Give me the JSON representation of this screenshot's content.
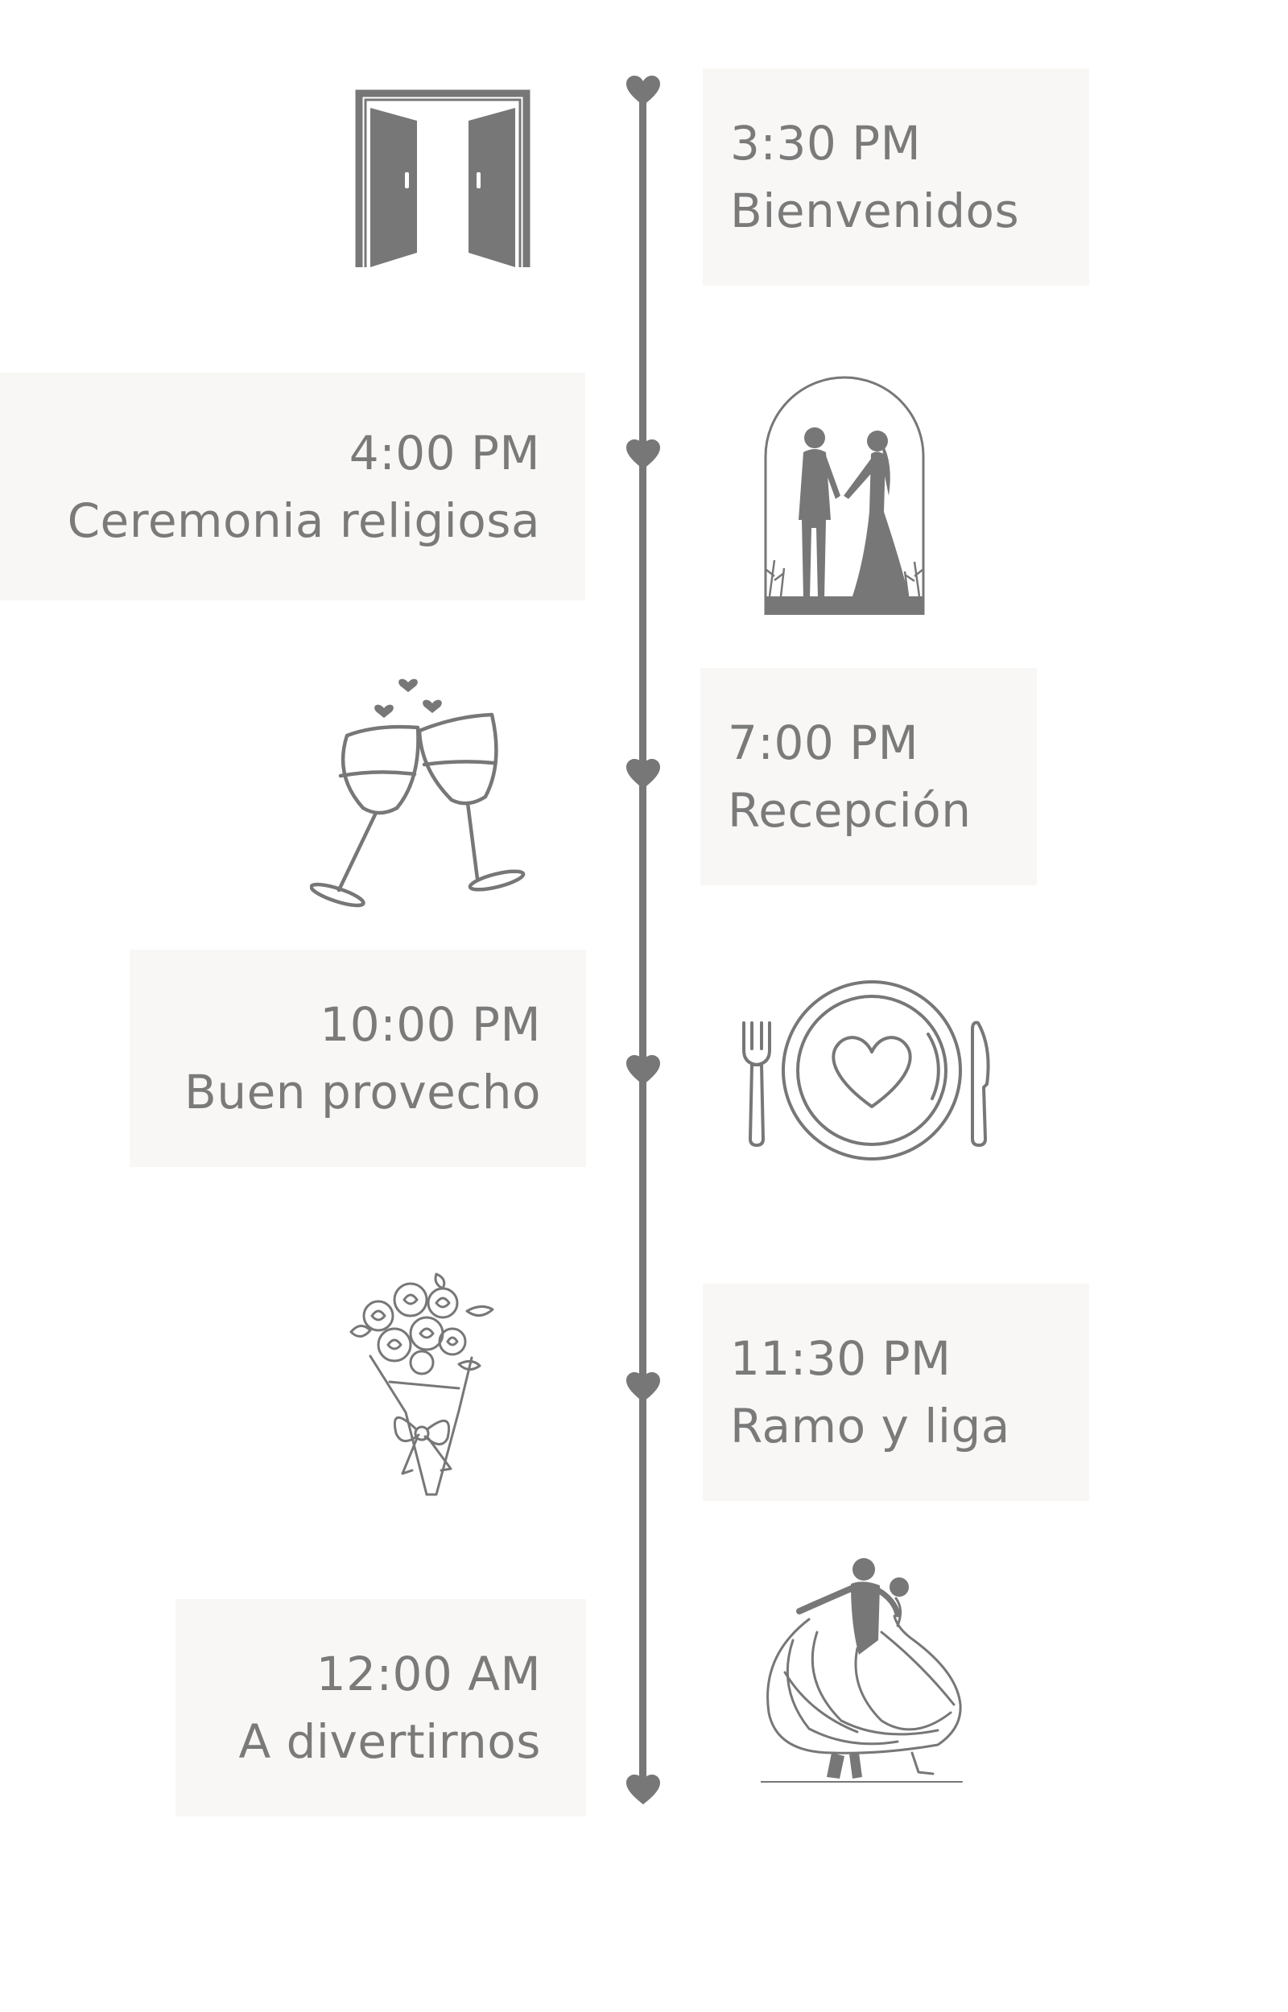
{
  "colors": {
    "line": "#777777",
    "icon": "#777777",
    "card_background": "#f8f7f5",
    "text": "#7a7a7a"
  },
  "events": [
    {
      "time": "3:30 PM",
      "title": "Bienvenidos",
      "icon": "open-doors-icon"
    },
    {
      "time": "4:00 PM",
      "title": "Ceremonia religiosa",
      "icon": "couple-arch-icon"
    },
    {
      "time": "7:00 PM",
      "title": "Recepción",
      "icon": "champagne-toast-icon"
    },
    {
      "time": "10:00 PM",
      "title": "Buen provecho",
      "icon": "plate-heart-icon"
    },
    {
      "time": "11:30 PM",
      "title": "Ramo y liga",
      "icon": "bouquet-icon"
    },
    {
      "time": "12:00 AM",
      "title": "A divertirnos",
      "icon": "dancing-couple-icon"
    }
  ]
}
